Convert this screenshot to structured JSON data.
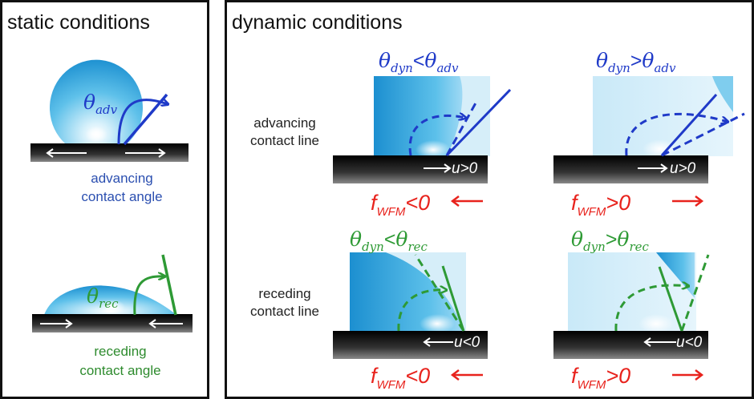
{
  "static_panel": {
    "title": "static conditions",
    "advancing": {
      "symbol": "θ",
      "subscript": "adv",
      "caption_line1": "advancing",
      "caption_line2": "contact angle"
    },
    "receding": {
      "symbol": "θ",
      "subscript": "rec",
      "caption_line1": "receding",
      "caption_line2": "contact angle"
    }
  },
  "dynamic_panel": {
    "title": "dynamic conditions",
    "advancing_row": {
      "label_line1": "advancing",
      "label_line2": "contact line",
      "velocity": "u>0",
      "left": {
        "theta": "θ",
        "sub_dyn": "dyn",
        "op": "<",
        "sub_ref": "adv",
        "force": "f",
        "force_sub": "WFM",
        "force_rel": "<0"
      },
      "right": {
        "theta": "θ",
        "sub_dyn": "dyn",
        "op": ">",
        "sub_ref": "adv",
        "force": "f",
        "force_sub": "WFM",
        "force_rel": ">0"
      }
    },
    "receding_row": {
      "label_line1": "receding",
      "label_line2": "contact line",
      "velocity": "u<0",
      "left": {
        "theta": "θ",
        "sub_dyn": "dyn",
        "op": "<",
        "sub_ref": "rec",
        "force": "f",
        "force_sub": "WFM",
        "force_rel": "<0"
      },
      "right": {
        "theta": "θ",
        "sub_dyn": "dyn",
        "op": ">",
        "sub_ref": "rec",
        "force": "f",
        "force_sub": "WFM",
        "force_rel": ">0"
      }
    }
  },
  "colors": {
    "advancing": "#1f3ac8",
    "receding": "#2e9a35",
    "force": "#e8231d",
    "liquid": "#2aa7e0",
    "substrate": "#111111"
  }
}
